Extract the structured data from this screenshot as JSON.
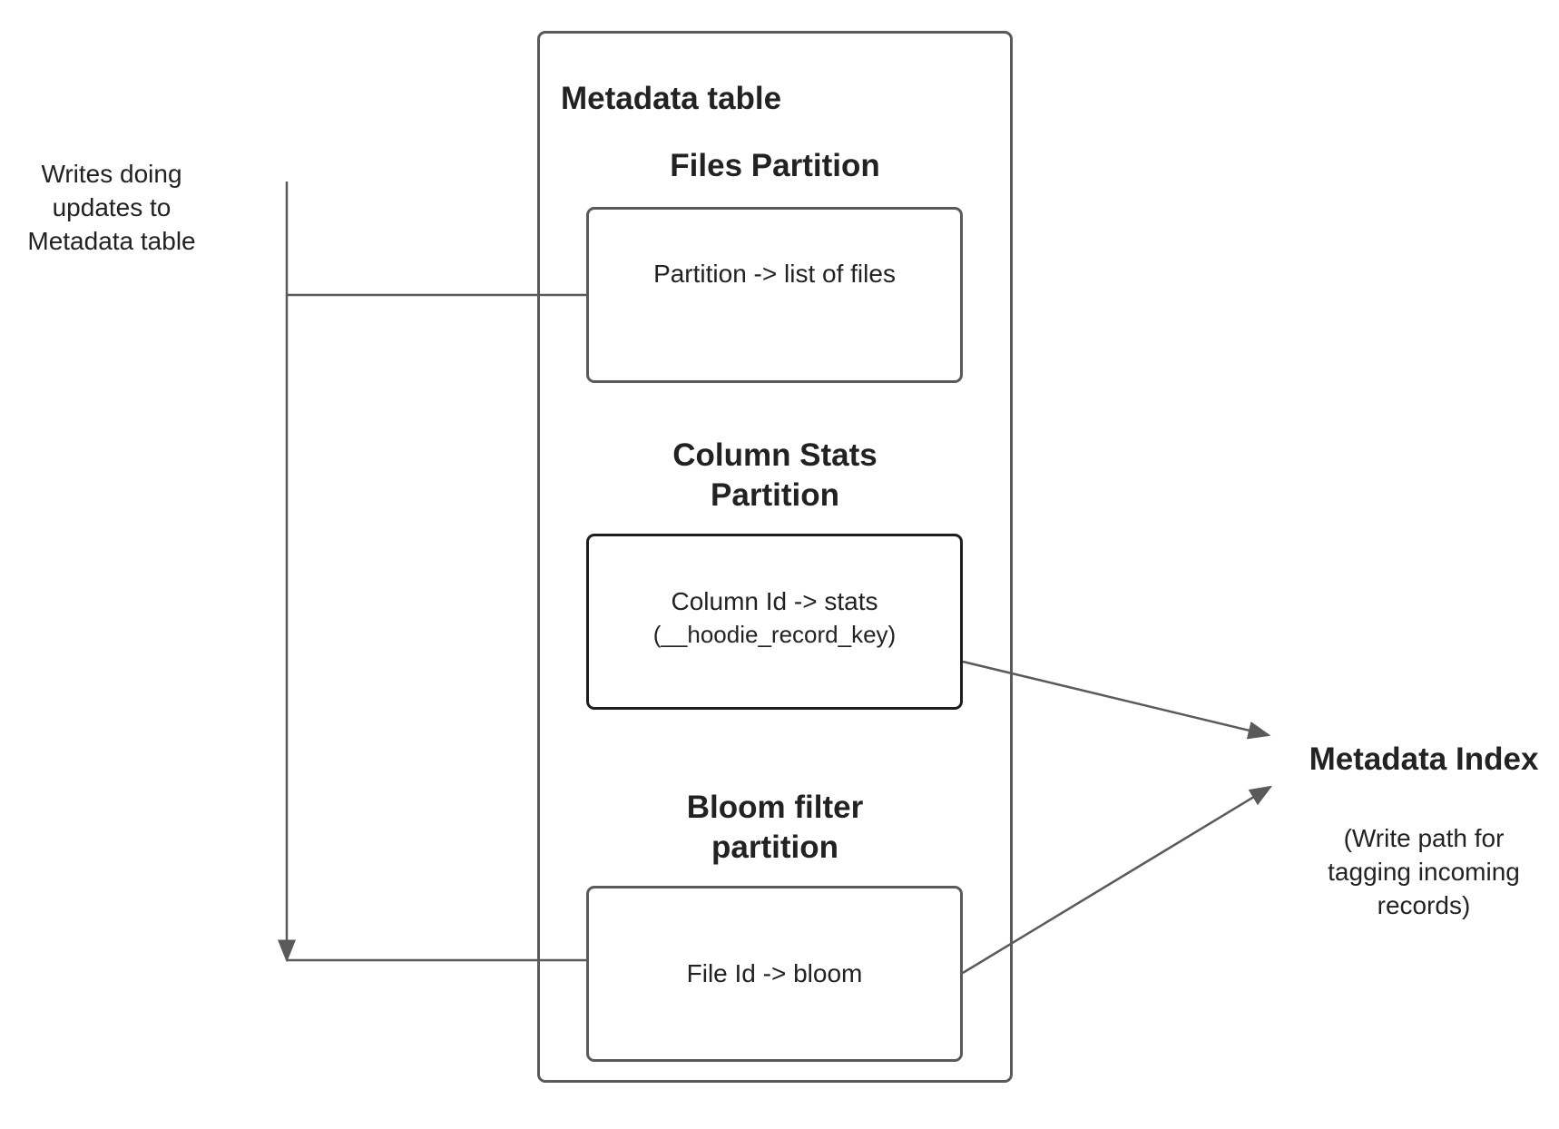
{
  "metadata_table": {
    "title": "Metadata table",
    "files_partition": {
      "title": "Files Partition",
      "content": "Partition -> list of files"
    },
    "column_stats_partition": {
      "title_line1": "Column Stats",
      "title_line2": "Partition",
      "content_line1": "Column Id  -> stats",
      "content_line2": "(__hoodie_record_key)"
    },
    "bloom_filter_partition": {
      "title_line1": "Bloom filter",
      "title_line2": "partition",
      "content": "File Id -> bloom"
    }
  },
  "writes_label": {
    "line1": "Writes doing",
    "line2": "updates to",
    "line3": "Metadata table"
  },
  "metadata_index": {
    "title": "Metadata Index",
    "note_line1": "(Write path for",
    "note_line2": "tagging incoming",
    "note_line3": "records)"
  },
  "colors": {
    "line": "#5a5a5a",
    "text": "#222222"
  }
}
